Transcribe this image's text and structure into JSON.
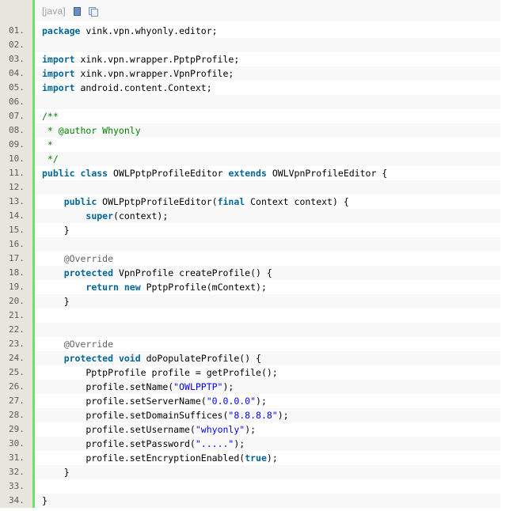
{
  "toolbar": {
    "language_label": "[java]",
    "icons": [
      "view-source-icon",
      "copy-to-clipboard-icon"
    ]
  },
  "colors": {
    "gutter": "#e7e5dc",
    "gutter_border": "#6ce26c",
    "alt_row": "#f8f8f8",
    "keyword": "#006699",
    "comment": "#008200",
    "string": "#0000ff",
    "annotation": "#646464",
    "line_number": "#5c5c5c"
  },
  "lines": [
    {
      "num": "01.",
      "tokens": [
        {
          "t": "kw",
          "v": "package"
        },
        {
          "t": "p",
          "v": " vink.vpn.whyonly.editor;"
        }
      ]
    },
    {
      "num": "02.",
      "tokens": []
    },
    {
      "num": "03.",
      "tokens": [
        {
          "t": "kw",
          "v": "import"
        },
        {
          "t": "p",
          "v": " xink.vpn.wrapper.PptpProfile;"
        }
      ]
    },
    {
      "num": "04.",
      "tokens": [
        {
          "t": "kw",
          "v": "import"
        },
        {
          "t": "p",
          "v": " xink.vpn.wrapper.VpnProfile;"
        }
      ]
    },
    {
      "num": "05.",
      "tokens": [
        {
          "t": "kw",
          "v": "import"
        },
        {
          "t": "p",
          "v": " android.content.Context;"
        }
      ]
    },
    {
      "num": "06.",
      "tokens": []
    },
    {
      "num": "07.",
      "tokens": [
        {
          "t": "cm",
          "v": "/**"
        }
      ]
    },
    {
      "num": "08.",
      "tokens": [
        {
          "t": "cm",
          "v": " * @author Whyonly"
        }
      ]
    },
    {
      "num": "09.",
      "tokens": [
        {
          "t": "cm",
          "v": " *"
        }
      ]
    },
    {
      "num": "10.",
      "tokens": [
        {
          "t": "cm",
          "v": " */"
        }
      ]
    },
    {
      "num": "11.",
      "tokens": [
        {
          "t": "kw",
          "v": "public"
        },
        {
          "t": "p",
          "v": " "
        },
        {
          "t": "kw",
          "v": "class"
        },
        {
          "t": "p",
          "v": " OWLPptpProfileEditor "
        },
        {
          "t": "kw",
          "v": "extends"
        },
        {
          "t": "p",
          "v": " OWLVpnProfileEditor {"
        }
      ]
    },
    {
      "num": "12.",
      "tokens": []
    },
    {
      "num": "13.",
      "tokens": [
        {
          "t": "p",
          "v": "    "
        },
        {
          "t": "kw",
          "v": "public"
        },
        {
          "t": "p",
          "v": " OWLPptpProfileEditor("
        },
        {
          "t": "kw",
          "v": "final"
        },
        {
          "t": "p",
          "v": " Context context) {"
        }
      ]
    },
    {
      "num": "14.",
      "tokens": [
        {
          "t": "p",
          "v": "        "
        },
        {
          "t": "kw",
          "v": "super"
        },
        {
          "t": "p",
          "v": "(context);"
        }
      ]
    },
    {
      "num": "15.",
      "tokens": [
        {
          "t": "p",
          "v": "    }"
        }
      ]
    },
    {
      "num": "16.",
      "tokens": []
    },
    {
      "num": "17.",
      "tokens": [
        {
          "t": "p",
          "v": "    "
        },
        {
          "t": "an",
          "v": "@Override"
        }
      ]
    },
    {
      "num": "18.",
      "tokens": [
        {
          "t": "p",
          "v": "    "
        },
        {
          "t": "kw",
          "v": "protected"
        },
        {
          "t": "p",
          "v": " VpnProfile createProfile() {"
        }
      ]
    },
    {
      "num": "19.",
      "tokens": [
        {
          "t": "p",
          "v": "        "
        },
        {
          "t": "kw",
          "v": "return"
        },
        {
          "t": "p",
          "v": " "
        },
        {
          "t": "kw",
          "v": "new"
        },
        {
          "t": "p",
          "v": " PptpProfile(mContext);"
        }
      ]
    },
    {
      "num": "20.",
      "tokens": [
        {
          "t": "p",
          "v": "    }"
        }
      ]
    },
    {
      "num": "21.",
      "tokens": []
    },
    {
      "num": "22.",
      "tokens": []
    },
    {
      "num": "23.",
      "tokens": [
        {
          "t": "p",
          "v": "    "
        },
        {
          "t": "an",
          "v": "@Override"
        }
      ]
    },
    {
      "num": "24.",
      "tokens": [
        {
          "t": "p",
          "v": "    "
        },
        {
          "t": "kw",
          "v": "protected"
        },
        {
          "t": "p",
          "v": " "
        },
        {
          "t": "kw",
          "v": "void"
        },
        {
          "t": "p",
          "v": " doPopulateProfile() {"
        }
      ]
    },
    {
      "num": "25.",
      "tokens": [
        {
          "t": "p",
          "v": "        PptpProfile profile = getProfile();"
        }
      ]
    },
    {
      "num": "26.",
      "tokens": [
        {
          "t": "p",
          "v": "        profile.setName("
        },
        {
          "t": "st",
          "v": "\"OWLPPTP\""
        },
        {
          "t": "p",
          "v": ");"
        }
      ]
    },
    {
      "num": "27.",
      "tokens": [
        {
          "t": "p",
          "v": "        profile.setServerName("
        },
        {
          "t": "st",
          "v": "\"0.0.0.0\""
        },
        {
          "t": "p",
          "v": ");"
        }
      ]
    },
    {
      "num": "28.",
      "tokens": [
        {
          "t": "p",
          "v": "        profile.setDomainSuffices("
        },
        {
          "t": "st",
          "v": "\"8.8.8.8\""
        },
        {
          "t": "p",
          "v": ");"
        }
      ]
    },
    {
      "num": "29.",
      "tokens": [
        {
          "t": "p",
          "v": "        profile.setUsername("
        },
        {
          "t": "st",
          "v": "\"whyonly\""
        },
        {
          "t": "p",
          "v": ");"
        }
      ]
    },
    {
      "num": "30.",
      "tokens": [
        {
          "t": "p",
          "v": "        profile.setPassword("
        },
        {
          "t": "st",
          "v": "\".....\""
        },
        {
          "t": "p",
          "v": ");"
        }
      ]
    },
    {
      "num": "31.",
      "tokens": [
        {
          "t": "p",
          "v": "        profile.setEncryptionEnabled("
        },
        {
          "t": "kw",
          "v": "true"
        },
        {
          "t": "p",
          "v": ");"
        }
      ]
    },
    {
      "num": "32.",
      "tokens": [
        {
          "t": "p",
          "v": "    }"
        }
      ]
    },
    {
      "num": "33.",
      "tokens": []
    },
    {
      "num": "34.",
      "tokens": [
        {
          "t": "p",
          "v": "}"
        }
      ]
    }
  ]
}
